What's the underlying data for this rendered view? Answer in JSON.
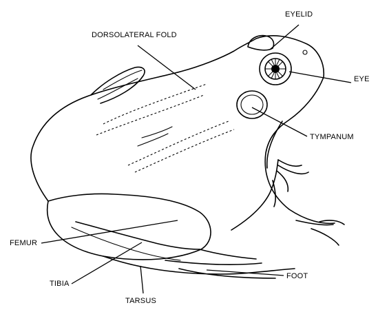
{
  "labels": {
    "eyelid": "EYELID",
    "dorsolateral_fold": "DORSOLATERAL FOLD",
    "eye": "EYE",
    "tympanum": "TYMPANUM",
    "femur": "FEMUR",
    "foot": "FOOT",
    "tibia": "TIBIA",
    "tarsus": "TARSUS"
  },
  "colors": {
    "ink": "#000000",
    "paper": "#ffffff"
  }
}
